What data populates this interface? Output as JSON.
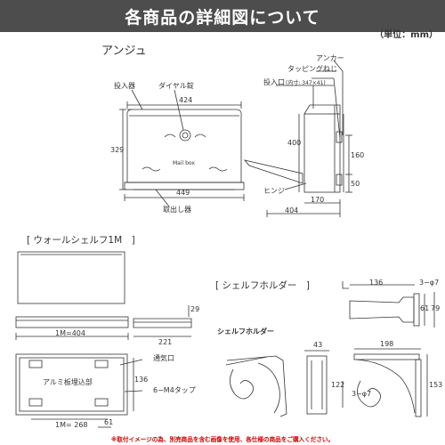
{
  "header": {
    "title": "各商品の詳細図について",
    "unit": "（単位：mm）"
  },
  "anju": {
    "name": "アンジュ",
    "label_slot": "投入器",
    "label_lock": "ダイヤル錠",
    "dim_top": "424",
    "dim_height": "329",
    "dim_bottom": "449",
    "brand": "Mail box",
    "label_take_out": "取出し器",
    "label_anchor": "アンカー",
    "label_screw": "タッピングねじ",
    "label_opening": "投入口",
    "label_opening_size": "(内寸: 347×41)",
    "dim_side_height": "400",
    "dim_160": "160",
    "dim_50": "50",
    "label_hinge": "ヒンジ",
    "dim_170": "170",
    "dim_depth": "404"
  },
  "shelf": {
    "name": "[ ウォールシェルフ1M　]",
    "dim_29": "29",
    "dim_width": "1M=404",
    "dim_221": "221",
    "label_vent": "通気口",
    "label_alu": "アルミ板埋込部",
    "dim_136": "136",
    "label_tap": "6−M4タップ",
    "dim_268": "1M= 268",
    "dim_61": "61"
  },
  "holder": {
    "name": "[ シェルフホルダー　]",
    "dim_136": "136",
    "dim_hole": "3−φ7",
    "dim_61": "61",
    "dim_79": "79",
    "subtitle": "シェルフホルダー",
    "dim_43": "43",
    "dim_198": "198",
    "dim_122": "122",
    "dim_hole2": "3−φ7",
    "dim_153": "153"
  },
  "footer": {
    "note": "※取付イメージの為、別売商品を含む画像を使用、各仕様の商品をご購入ください。"
  }
}
